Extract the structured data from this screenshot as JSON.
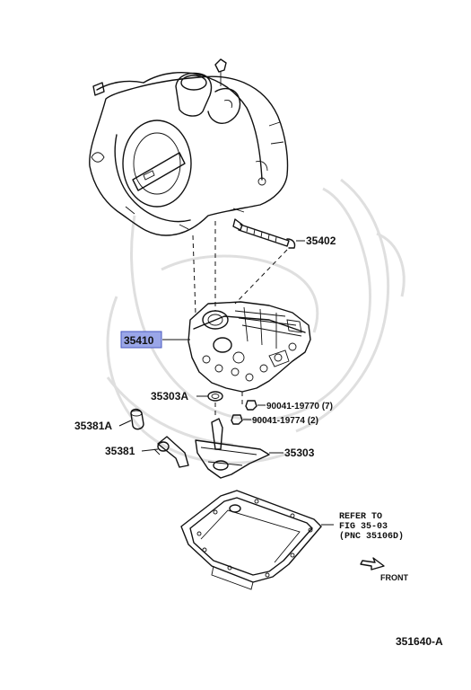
{
  "diagram": {
    "highlight_color": "#9aa6e8",
    "parts": [
      {
        "id": "35402",
        "label": "35402",
        "highlighted": false
      },
      {
        "id": "35410",
        "label": "35410",
        "highlighted": true
      },
      {
        "id": "35303A",
        "label": "35303A",
        "highlighted": false
      },
      {
        "id": "90041-19770",
        "label": "90041-19770 (7)",
        "highlighted": false
      },
      {
        "id": "90041-19774",
        "label": "90041-19774 (2)",
        "highlighted": false
      },
      {
        "id": "35381A",
        "label": "35381A",
        "highlighted": false
      },
      {
        "id": "35381",
        "label": "35381",
        "highlighted": false
      },
      {
        "id": "35303",
        "label": "35303",
        "highlighted": false
      }
    ],
    "refer_note": {
      "line1": "REFER TO",
      "line2": "FIG 35-03",
      "line3": "(PNC 35106D)"
    },
    "front_label": "FRONT",
    "figure_code": "351640-A"
  }
}
